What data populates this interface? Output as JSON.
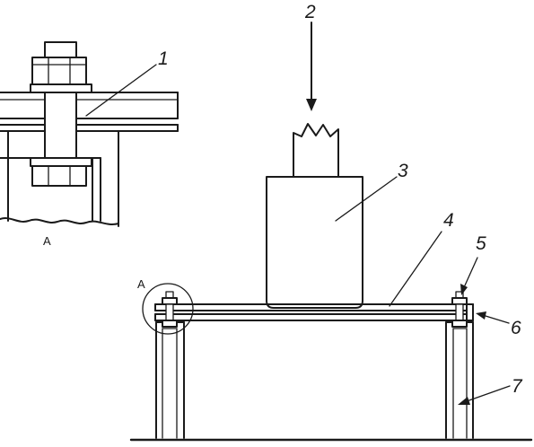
{
  "labels": {
    "callout_1": "1",
    "callout_2": "2",
    "callout_3": "3",
    "callout_4": "4",
    "callout_5": "5",
    "callout_6": "6",
    "callout_7": "7",
    "detail_view_letter": "A",
    "detail_marker_letter": "A"
  }
}
